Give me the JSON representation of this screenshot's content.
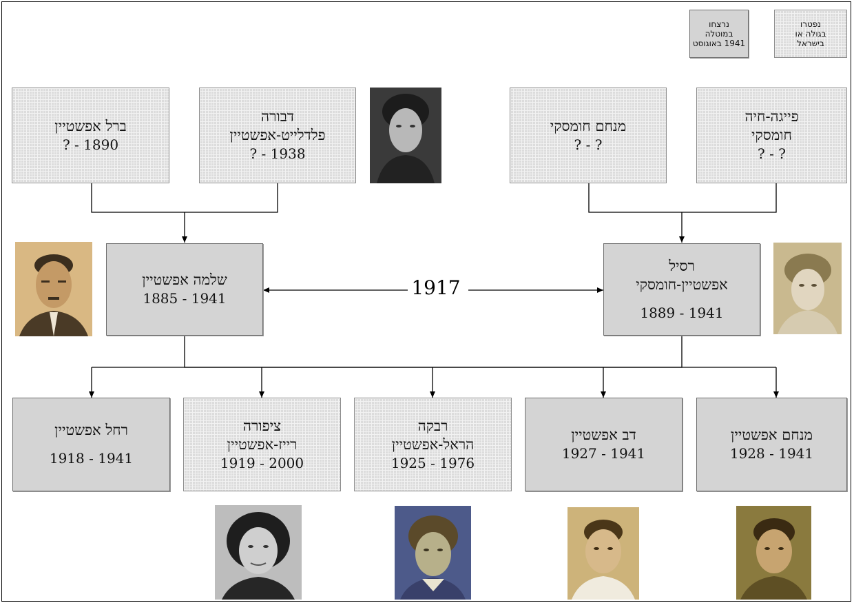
{
  "legend": {
    "murdered": {
      "line1": "נרצחו",
      "line2": "במוטלה",
      "line3": "1941 באוגוסט"
    },
    "died_elsewhere": {
      "line1": "נפטרו",
      "line2": "בגולה או",
      "line3": "בישראל"
    }
  },
  "grandparents_left": {
    "berl": {
      "name": "ברל אפשטיין",
      "years": "? - 1890"
    },
    "dvora": {
      "name1": "דבורה",
      "name2": "פלדלייט-אפשטיין",
      "years": "? - 1938"
    }
  },
  "grandparents_right": {
    "menachem": {
      "name": "מנחם חומסקי",
      "years": "? - ?"
    },
    "feiga": {
      "name1": "פייגה-חיה",
      "name2": "חומסקי",
      "years": "? - ?"
    }
  },
  "parents": {
    "shlomo": {
      "name": "שלמה אפשטיין",
      "years": "1885 - 1941"
    },
    "rasil": {
      "name1": "רסיל",
      "name2": "אפשטיין-חומסקי",
      "years": "1889 - 1941"
    },
    "marriage_year": "1917"
  },
  "children": {
    "rachel": {
      "name": "רחל אפשטיין",
      "years": "1918 - 1941"
    },
    "tzipora": {
      "name1": "ציפורה",
      "name2": "רייז-אפשטיין",
      "years": "1919 - 2000"
    },
    "rivka": {
      "name1": "רבקה",
      "name2": "הראל-אפשטיין",
      "years": "1925 - 1976"
    },
    "dov": {
      "name": "דב אפשטיין",
      "years": "1927 - 1941"
    },
    "menachem": {
      "name": "מנחם אפשטיין",
      "years": "1928 - 1941"
    }
  },
  "colors": {
    "murdered_box": "#d4d4d4",
    "died_box": "#dcdcdc",
    "lines": "#000000"
  }
}
